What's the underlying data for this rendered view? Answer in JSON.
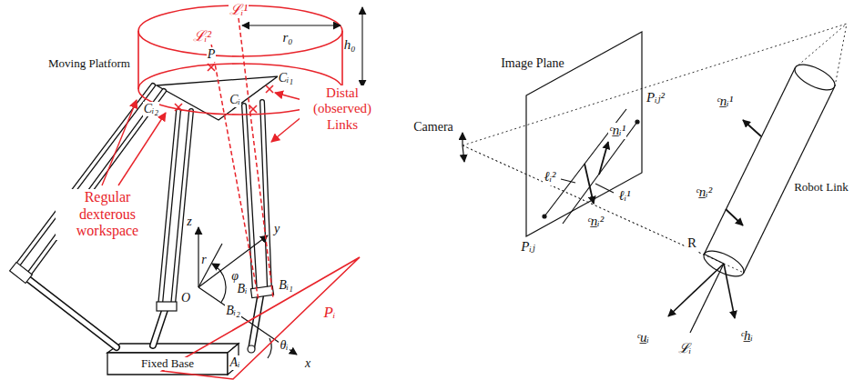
{
  "diagram": {
    "labels": [
      "ℒᵢ¹",
      "ℒᵢ²",
      "r₀",
      "h₀",
      "Moving Platform",
      "P",
      "Cᵢ₁",
      "Cᵢ₂",
      "Cᵢ",
      "Distal (observed) Links",
      "Regular dexterous workspace",
      "z",
      "y",
      "r",
      "φ",
      "O",
      "Bᵢ₂",
      "Bᵢ",
      "Bᵢ₁",
      "Pᵢ",
      "θᵢ",
      "Aᵢ",
      "x",
      "Fixed Base",
      "Camera",
      "Image Plane",
      "Pᵢⱼ²",
      "ᶜn̲ᵢ¹",
      "ℓᵢ²",
      "ℓᵢ¹",
      "ᶜn̲ᵢ²",
      "Pᵢⱼ",
      "ᶜn̲ᵢ¹",
      "Robot Link",
      "ᶜn̲ᵢ²",
      "R",
      "ᶜu̲ᵢ",
      "ℒᵢ",
      "ᶜh̲ᵢ"
    ]
  }
}
